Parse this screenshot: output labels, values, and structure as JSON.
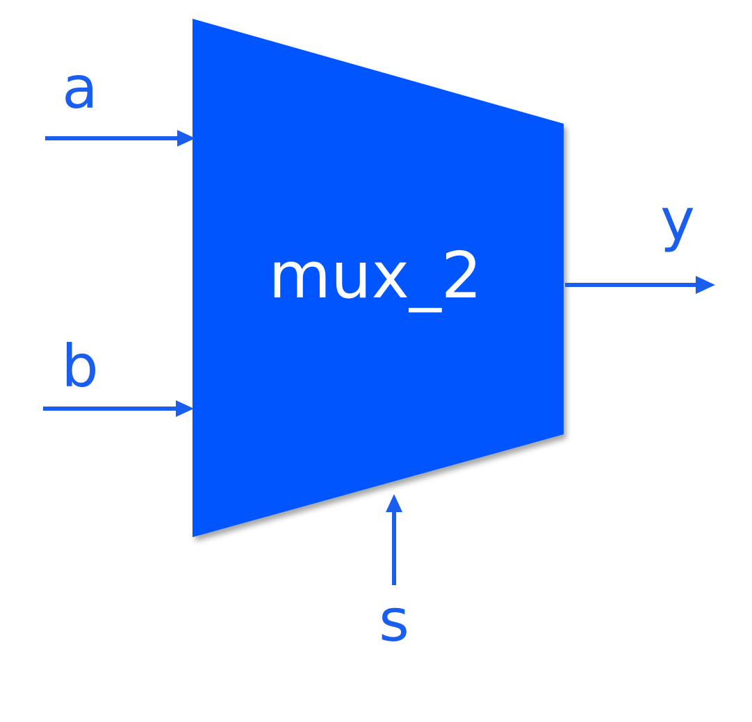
{
  "diagram": {
    "block": {
      "label": "mux_2"
    },
    "inputs": [
      {
        "label": "a"
      },
      {
        "label": "b"
      }
    ],
    "select": {
      "label": "s"
    },
    "output": {
      "label": "y"
    }
  },
  "colors": {
    "block_fill": "#0055ff",
    "wire": "#1a5ef0",
    "label": "#1a5ef0",
    "block_text": "#ffffff",
    "background": "#ffffff"
  }
}
